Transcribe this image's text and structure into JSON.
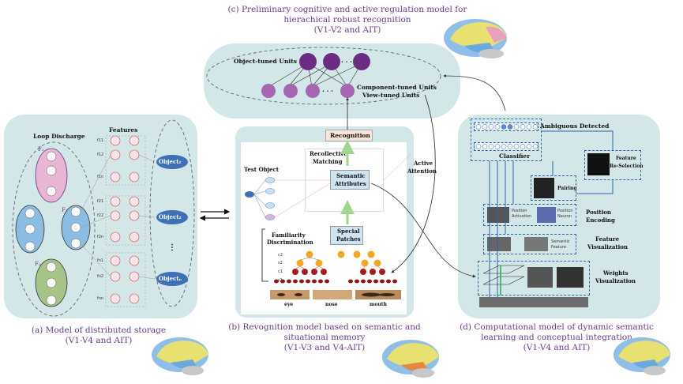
{
  "panel_c": {
    "caption_line1": "(c)  Preliminary cognitive and active regulation model for",
    "caption_line2": "hierachical robust recognition",
    "caption_line3": "(V1-V2 and AIT)",
    "object_units": "Object-tuned Units",
    "component_units": "Component-tuned Units",
    "view_units": "View-tuned Units",
    "ellipsis": ". . ."
  },
  "panel_a": {
    "loop_discharge": "Loop Discharge",
    "features": "Features",
    "object1": "Object₁",
    "object2": "Object₂",
    "objectn": "Objectₙ",
    "caption_line1": "(a)  Model of distributed storage",
    "caption_line2": "(V1-V4 and AIT)",
    "F1": "F₁",
    "F2": "F₂",
    "F3": "F₃",
    "node_labels": [
      "f11",
      "f12",
      "f1n",
      "f21",
      "f22",
      "f2n",
      "fn1",
      "fn2",
      "fnn"
    ],
    "feature_row_labels": [
      "f11",
      "f12",
      "f1n",
      "f21",
      "f22",
      "f2n",
      "fn1",
      "fn2",
      "fnn"
    ],
    "dots": "⋮"
  },
  "panel_b": {
    "recognition": "Recognition",
    "recollective_matching_1": "Recollective",
    "recollective_matching_2": "Matching",
    "test_object": "Test Object",
    "semantic_attributes_1": "Semantic",
    "semantic_attributes_2": "Attributes",
    "active_attention_1": "Active",
    "active_attention_2": "Attention",
    "familiarity_1": "Familiarity",
    "familiarity_2": "Discrimination",
    "special_patches_1": "Special",
    "special_patches_2": "Patches",
    "parts": [
      "eye",
      "nose",
      "mouth"
    ],
    "layers": [
      "c2",
      "s2",
      "c1",
      "s1"
    ],
    "caption_line1": "(b)  Revognition model based on semantic and",
    "caption_line2": "situational memory",
    "caption_line3": "(V1-V3 and V4-AIT)"
  },
  "panel_d": {
    "ambiguous": "Ambiguous Detected",
    "classifier": "Classifier",
    "feature_reselection_1": "Feature",
    "feature_reselection_2": "Re-Selection",
    "pairing": "Pairing",
    "position_encoding_1": "Position",
    "position_encoding_2": "Encoding",
    "position_activation_1": "Position",
    "position_activation_2": "Activation",
    "position_neuron_1": "Position",
    "position_neuron_2": "Neuron",
    "semantic_feature_1": "Semantic",
    "semantic_feature_2": "Feature",
    "feature_visualization_1": "Feature",
    "feature_visualization_2": "Visualization",
    "weights_visualization_1": "Weights",
    "weights_visualization_2": "Visualization",
    "caption_line1": "(d)  Computational model of dynamic semantic",
    "caption_line2": "learning and conceptual integration",
    "caption_line3": "(V1-V4 and AIT)"
  },
  "colors": {
    "panel_bg": "#d3e7e8",
    "caption": "#6a3b8c",
    "purple_unit": "#6b2d83",
    "lilac_unit": "#a766b1",
    "object_ellipse": "#3f70b5",
    "dash_blue": "#2f63a8",
    "arrow_green": "#9fd58f",
    "orange_node": "#f5a623",
    "red_node": "#a51c1c"
  }
}
